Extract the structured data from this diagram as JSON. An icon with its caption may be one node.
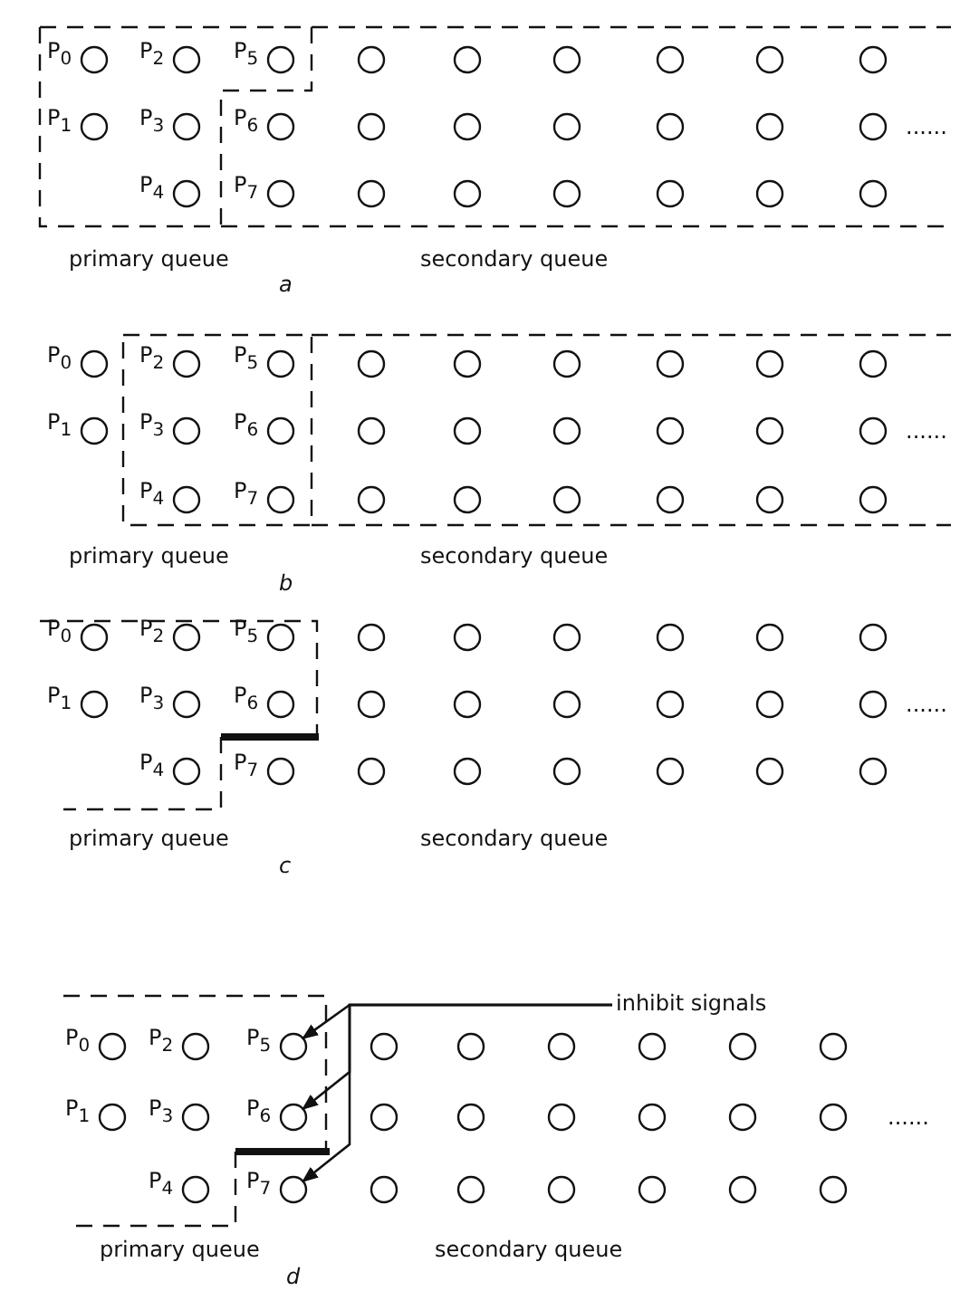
{
  "diagram": {
    "nodes": [
      {
        "text": [],
        "shape": "circle",
        "beside": [
          "P$_{0}$"
        ]
      },
      {
        "text": [],
        "shape": "circle",
        "beside": [
          "P$_{2}$"
        ]
      },
      {
        "text": [],
        "shape": "circle",
        "beside": [
          "P$_{5}$"
        ]
      },
      {
        "text": [],
        "shape": "circle"
      },
      {
        "text": [],
        "shape": "circle"
      },
      {
        "text": [],
        "shape": "circle"
      },
      {
        "text": [],
        "shape": "circle"
      },
      {
        "text": [],
        "shape": "circle"
      },
      {
        "text": [],
        "shape": "circle"
      },
      {
        "text": [],
        "shape": "circle",
        "beside": [
          "P$_{1}$"
        ]
      },
      {
        "text": [],
        "shape": "circle",
        "beside": [
          "P$_{3}$"
        ]
      },
      {
        "text": [],
        "shape": "circle",
        "beside": [
          "P$_{6}$"
        ]
      },
      {
        "text": [],
        "shape": "circle"
      },
      {
        "text": [],
        "shape": "circle"
      },
      {
        "text": [],
        "shape": "circle"
      },
      {
        "text": [],
        "shape": "circle"
      },
      {
        "text": [],
        "shape": "circle"
      },
      {
        "text": [],
        "shape": "circle"
      },
      {
        "text": [],
        "shape": "circle",
        "beside": [
          "P$_{4}$"
        ]
      },
      {
        "text": [],
        "shape": "circle",
        "beside": [
          "P$_{7}$"
        ]
      },
      {
        "text": [],
        "shape": "circle"
      },
      {
        "text": [],
        "shape": "circle"
      },
      {
        "text": [],
        "shape": "circle"
      },
      {
        "text": [],
        "shape": "circle"
      },
      {
        "text": [],
        "shape": "circle"
      },
      {
        "text": [],
        "shape": "circle"
      },
      {
        "text": [],
        "shape": "circle",
        "beside": [
          "P$_{0}$"
        ]
      },
      {
        "text": [],
        "shape": "circle",
        "beside": [
          "P$_{2}$"
        ]
      },
      {
        "text": [],
        "shape": "circle",
        "beside": [
          "P$_{5}$"
        ]
      },
      {
        "text": [],
        "shape": "circle"
      },
      {
        "text": [],
        "shape": "circle"
      },
      {
        "text": [],
        "shape": "circle"
      },
      {
        "text": [],
        "shape": "circle"
      },
      {
        "text": [],
        "shape": "circle"
      },
      {
        "text": [],
        "shape": "circle"
      },
      {
        "text": [],
        "shape": "circle",
        "beside": [
          "P$_{1}$"
        ]
      },
      {
        "text": [],
        "shape": "circle",
        "beside": [
          "P$_{3}$"
        ]
      },
      {
        "text": [],
        "shape": "circle",
        "beside": [
          "P$_{6}$"
        ]
      },
      {
        "text": [],
        "shape": "circle"
      },
      {
        "text": [],
        "shape": "circle"
      },
      {
        "text": [],
        "shape": "circle"
      },
      {
        "text": [],
        "shape": "circle"
      },
      {
        "text": [],
        "shape": "circle"
      },
      {
        "text": [],
        "shape": "circle"
      },
      {
        "text": [],
        "shape": "circle",
        "beside": [
          "P$_{4}$"
        ]
      },
      {
        "text": [],
        "shape": "circle",
        "beside": [
          "P$_{7}$"
        ]
      },
      {
        "text": [],
        "shape": "circle"
      },
      {
        "text": [],
        "shape": "circle"
      },
      {
        "text": [],
        "shape": "circle"
      },
      {
        "text": [],
        "shape": "circle"
      },
      {
        "text": [],
        "shape": "circle"
      },
      {
        "text": [],
        "shape": "circle"
      },
      {
        "text": [],
        "shape": "circle",
        "beside": [
          "P$_{0}$"
        ]
      },
      {
        "text": [],
        "shape": "circle",
        "beside": [
          "P$_{2}$"
        ]
      },
      {
        "text": [],
        "shape": "circle",
        "beside": [
          "P$_{5}$"
        ]
      },
      {
        "text": [],
        "shape": "circle"
      },
      {
        "text": [],
        "shape": "circle"
      },
      {
        "text": [],
        "shape": "circle"
      },
      {
        "text": [],
        "shape": "circle"
      },
      {
        "text": [],
        "shape": "circle"
      },
      {
        "text": [],
        "shape": "circle"
      },
      {
        "text": [],
        "shape": "circle",
        "beside": [
          "P$_{1}$"
        ]
      },
      {
        "text": [],
        "shape": "circle",
        "beside": [
          "P$_{3}$"
        ]
      },
      {
        "text": [],
        "shape": "circle",
        "beside": [
          "P$_{6}$"
        ]
      },
      {
        "text": [],
        "shape": "circle"
      },
      {
        "text": [],
        "shape": "circle"
      },
      {
        "text": [],
        "shape": "circle"
      },
      {
        "text": [],
        "shape": "circle"
      },
      {
        "text": [],
        "shape": "circle"
      },
      {
        "text": [],
        "shape": "circle"
      },
      {
        "text": [],
        "shape": "circle",
        "beside": [
          "P$_{4}$"
        ]
      },
      {
        "text": [],
        "shape": "circle",
        "beside": [
          "P$_{7}$"
        ]
      },
      {
        "text": [],
        "shape": "circle"
      },
      {
        "text": [],
        "shape": "circle"
      },
      {
        "text": [],
        "shape": "circle"
      },
      {
        "text": [],
        "shape": "circle"
      },
      {
        "text": [],
        "shape": "circle"
      },
      {
        "text": [],
        "shape": "circle"
      },
      {
        "text": [
          "inhibit signals"
        ]
      },
      {
        "text": [],
        "shape": "circle",
        "beside": [
          "P$_{0}$"
        ]
      },
      {
        "text": [],
        "shape": "circle",
        "beside": [
          "P$_{2}$"
        ]
      },
      {
        "text": [],
        "shape": "circle",
        "beside": [
          "P$_{5}$"
        ]
      },
      {
        "text": [],
        "shape": "circle"
      },
      {
        "text": [],
        "shape": "circle"
      },
      {
        "text": [],
        "shape": "circle"
      },
      {
        "text": [],
        "shape": "circle"
      },
      {
        "text": [],
        "shape": "circle"
      },
      {
        "text": [],
        "shape": "circle"
      },
      {
        "text": [],
        "shape": "circle",
        "beside": [
          "P$_{1}$"
        ]
      },
      {
        "text": [],
        "shape": "circle",
        "beside": [
          "P$_{3}$"
        ]
      },
      {
        "text": [],
        "shape": "circle",
        "beside": [
          "P$_{6}$"
        ]
      },
      {
        "text": [],
        "shape": "circle"
      },
      {
        "text": [],
        "shape": "circle"
      },
      {
        "text": [],
        "shape": "circle"
      },
      {
        "text": [],
        "shape": "circle"
      },
      {
        "text": [],
        "shape": "circle"
      },
      {
        "text": [],
        "shape": "circle"
      },
      {
        "text": [],
        "shape": "circle",
        "beside": [
          "P$_{4}$"
        ]
      },
      {
        "text": [],
        "shape": "circle",
        "beside": [
          "P$_{7}$"
        ]
      },
      {
        "text": [],
        "shape": "circle"
      },
      {
        "text": [],
        "shape": "circle"
      },
      {
        "text": [],
        "shape": "circle"
      },
      {
        "text": [],
        "shape": "circle"
      },
      {
        "text": [],
        "shape": "circle"
      },
      {
        "text": [],
        "shape": "circle"
      }
    ],
    "edges": [
      {
        "from": 78,
        "to": 81,
        "arrow": "to"
      },
      {
        "from": 78,
        "to": 90,
        "arrow": "to"
      },
      {
        "from": 78,
        "to": 98,
        "arrow": "to"
      }
    ],
    "labels": [
      "......",
      "primary queue",
      "secondary queue",
      "a",
      "......",
      "primary queue",
      "secondary queue",
      "b",
      "......",
      "primary queue",
      "secondary queue",
      "c",
      "......",
      "primary queue",
      "secondary queue",
      "d"
    ]
  }
}
